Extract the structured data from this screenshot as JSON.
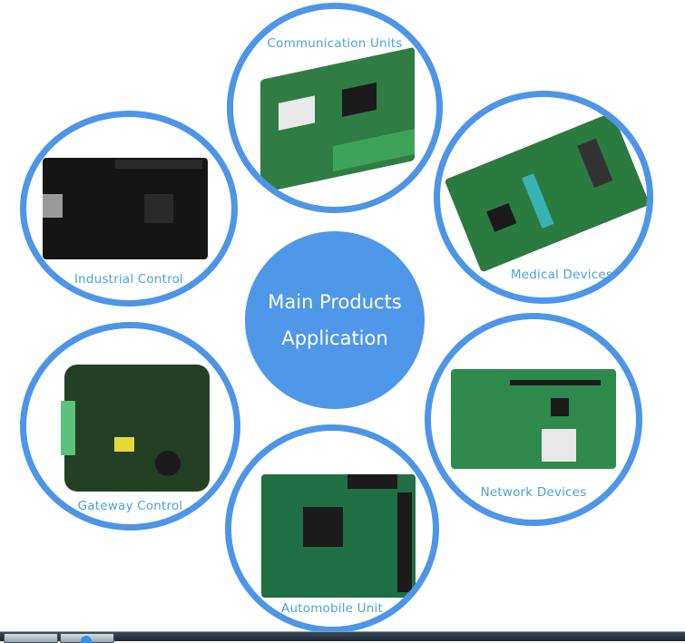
{
  "center": {
    "line1": "Main Products",
    "line2": "Application",
    "color": "#4f97e8"
  },
  "ring_color": "#4d95e6",
  "label_color": "#4aa3d9",
  "products": [
    {
      "id": "communication",
      "label": "Communication Units"
    },
    {
      "id": "industrial",
      "label": "Industrial Control"
    },
    {
      "id": "medical",
      "label": "Medical Devices"
    },
    {
      "id": "gateway",
      "label": "Gateway Control"
    },
    {
      "id": "network",
      "label": "Network Devices"
    },
    {
      "id": "automobile",
      "label": "Automobile Unit"
    }
  ],
  "taskbar": {
    "buttons": [
      {
        "name": "start-button"
      },
      {
        "name": "browser-button"
      }
    ]
  }
}
